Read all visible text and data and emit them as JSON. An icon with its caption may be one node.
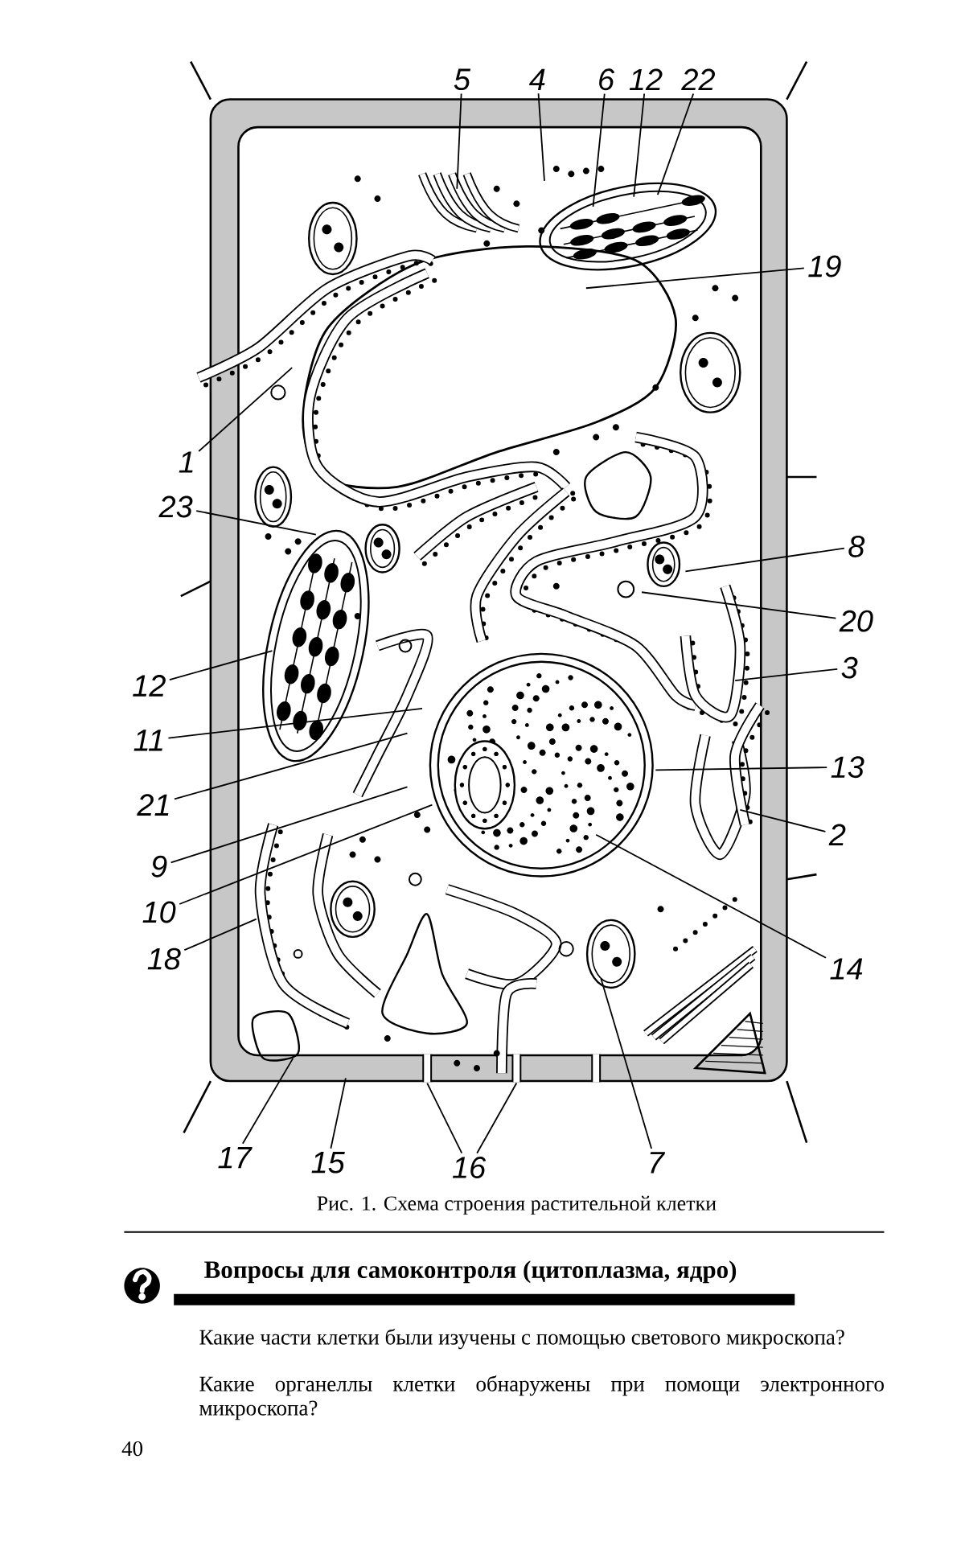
{
  "diagram": {
    "caption": "Рис. 1. Схема строения растительной клетки",
    "nodes": [
      {
        "text": [
          "5"
        ]
      },
      {
        "text": [
          "4"
        ]
      },
      {
        "text": [
          "6"
        ]
      },
      {
        "text": [
          "12"
        ]
      },
      {
        "text": [
          "22"
        ]
      },
      {
        "text": [
          "19"
        ]
      },
      {
        "text": [
          "1"
        ]
      },
      {
        "text": [
          "23"
        ]
      },
      {
        "text": [
          "8"
        ]
      },
      {
        "text": [
          "20"
        ]
      },
      {
        "text": [
          "3"
        ]
      },
      {
        "text": [
          "12"
        ]
      },
      {
        "text": [
          "11"
        ]
      },
      {
        "text": [
          "13"
        ]
      },
      {
        "text": [
          "21"
        ]
      },
      {
        "text": [
          "2"
        ]
      },
      {
        "text": [
          "9"
        ]
      },
      {
        "text": [
          "10"
        ]
      },
      {
        "text": [
          "18"
        ]
      },
      {
        "text": [
          "14"
        ]
      },
      {
        "text": [
          "17"
        ]
      },
      {
        "text": [
          "15"
        ]
      },
      {
        "text": [
          "16"
        ]
      },
      {
        "text": [
          "7"
        ]
      }
    ],
    "edges": [
      {
        "from": 0,
        "to": null,
        "arrow": "none"
      },
      {
        "from": 1,
        "to": null,
        "arrow": "none"
      },
      {
        "from": 2,
        "to": null,
        "arrow": "none"
      },
      {
        "from": 3,
        "to": null,
        "arrow": "none"
      },
      {
        "from": 4,
        "to": null,
        "arrow": "none"
      },
      {
        "from": 5,
        "to": null,
        "arrow": "none"
      },
      {
        "from": 6,
        "to": null,
        "arrow": "none"
      },
      {
        "from": 7,
        "to": null,
        "arrow": "none"
      },
      {
        "from": 8,
        "to": null,
        "arrow": "none"
      },
      {
        "from": 9,
        "to": null,
        "arrow": "none"
      },
      {
        "from": 10,
        "to": null,
        "arrow": "none"
      },
      {
        "from": 11,
        "to": null,
        "arrow": "none"
      },
      {
        "from": 12,
        "to": null,
        "arrow": "none"
      },
      {
        "from": 13,
        "to": null,
        "arrow": "none"
      },
      {
        "from": 14,
        "to": null,
        "arrow": "none"
      },
      {
        "from": 15,
        "to": null,
        "arrow": "none"
      },
      {
        "from": 16,
        "to": null,
        "arrow": "none"
      },
      {
        "from": 17,
        "to": null,
        "arrow": "none"
      },
      {
        "from": 18,
        "to": null,
        "arrow": "none"
      },
      {
        "from": 19,
        "to": null,
        "arrow": "none"
      },
      {
        "from": 20,
        "to": null,
        "arrow": "none"
      },
      {
        "from": 21,
        "to": null,
        "arrow": "none"
      },
      {
        "from": 22,
        "to": null,
        "arrow": "none"
      },
      {
        "from": 22,
        "to": null,
        "arrow": "none"
      },
      {
        "from": 23,
        "to": null,
        "arrow": "none"
      }
    ],
    "labels": [
      "Вопросы для самоконтроля (цитоплазма, ядро)",
      "Какие части клетки были изучены с помощью светового микроскопа?",
      "Какие органеллы клетки обнаружены при помощи электронного микроскопа?",
      "40"
    ]
  }
}
